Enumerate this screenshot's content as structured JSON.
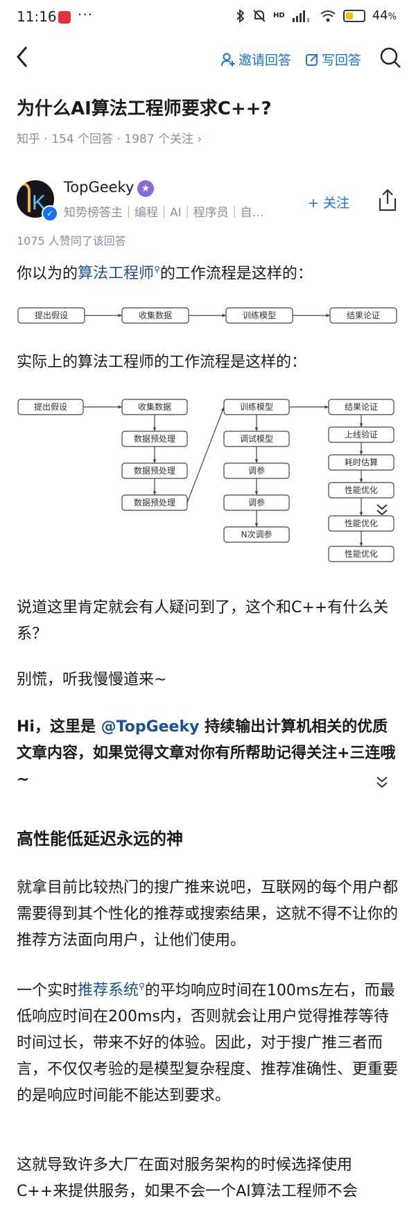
{
  "status_bar": {
    "time": "11:16",
    "dots": "···",
    "hd_label": "HD",
    "battery": "44",
    "battery_unit": "%",
    "battery_level": 0.44
  },
  "nav": {
    "invite": "邀请回答",
    "write": "写回答"
  },
  "question": {
    "title": "为什么AI算法工程师要求C++?",
    "source": "知乎",
    "answers": "154 个回答",
    "followers": "1987 个关注",
    "sep": "·",
    "arrow": "›"
  },
  "author": {
    "name": "TopGeeky",
    "avatar_letter": "K",
    "desc": "知势榜答主｜编程｜AI｜程序员｜自…",
    "follow": "+ 关注"
  },
  "likes_text": "1075 人赞同了该回答",
  "p1": {
    "pre": "你以为的",
    "link": "算法工程师",
    "post": "的工作流程是这样的："
  },
  "diagram1": [
    "提出假设",
    "收集数据",
    "训练模型",
    "结果论证"
  ],
  "p2": "实际上的算法工程师的工作流程是这样的：",
  "diagram2": {
    "col1": [
      "提出假设"
    ],
    "col2": [
      "收集数据",
      "数据预处理",
      "数据预处理",
      "数据预处理"
    ],
    "col3": [
      "训练模型",
      "调试模型",
      "调参",
      "调参",
      "N次调参"
    ],
    "col4": [
      "结果论证",
      "上线验证",
      "耗时估算",
      "性能优化",
      "性能优化",
      "性能优化"
    ]
  },
  "p3": "说道这里肯定就会有人疑问到了，这个和C++有什么关系？",
  "p4": "别慌，听我慢慢道来~",
  "p5": {
    "pre": "Hi，这里是 ",
    "mention": "@TopGeeky",
    "post": " 持续输出计算机相关的优质文章内容，如果觉得文章对你有所帮助记得关注+三连哦~"
  },
  "h2": "高性能低延迟永远的神",
  "p6": "就拿目前比较热门的搜广推来说吧，互联网的每个用户都需要得到其个性化的推荐或搜索结果，这就不得不让你的推荐方法面向用户，让他们使用。",
  "p7": {
    "pre": "一个实时",
    "link": "推荐系统",
    "post": "的平均响应时间在100ms左右，而最低响应时间在200ms内，否则就会让用户觉得推荐等待时间过长，带来不好的体验。因此，对于搜广推三者而言，不仅仅考验的是模型复杂程度、推荐准确性、更重要的是响应时间能不能达到要求。"
  },
  "p8": "这就导致许多大厂在面对服务架构的时候选择使用C++来提供服务，如果不会一个AI算法工程师不会",
  "colors": {
    "accent": "#1772f6",
    "link": "#175199",
    "meta": "#8590a6"
  },
  "icons": [
    "back-arrow-icon",
    "invite-user-icon",
    "edit-icon",
    "search-icon",
    "share-icon",
    "chevron-down-double-icon",
    "search-sup-icon"
  ]
}
